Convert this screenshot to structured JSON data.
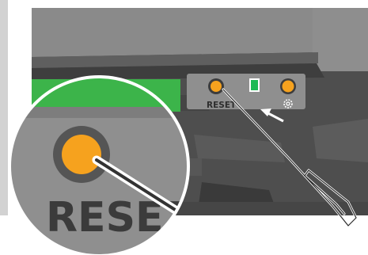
{
  "device": {
    "reset_label": "RESET",
    "zoom_reset_label": "RESET",
    "settings_icon": "gear-icon",
    "reset_button_icon": "reset-pinhole-button",
    "status_led_icon": "status-led",
    "tool_icon": "paperclip-icon",
    "arrow_icon": "arrow-icon"
  },
  "colors": {
    "button_orange": "#f6a21e",
    "led_green": "#1db954",
    "screen_green": "#3cb44a",
    "panel_gray": "#8f8f8f",
    "body_dark": "#4f4f4f"
  }
}
